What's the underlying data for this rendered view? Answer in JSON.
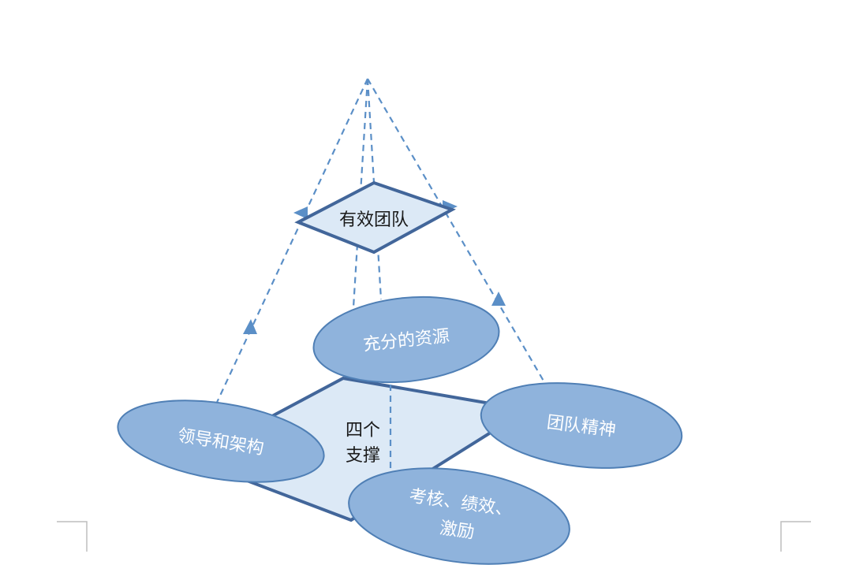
{
  "diagram": {
    "apex_label": "有效团队",
    "center_label_line1": "四个",
    "center_label_line2": "支撑",
    "pillars": {
      "resources": "充分的资源",
      "leadership": "领导和架构",
      "spirit": "团队精神",
      "assessment_line1": "考核、绩效、",
      "assessment_line2": "激励"
    }
  },
  "colors": {
    "ellipse_fill": "#8fb3dc",
    "ellipse_stroke": "#4f7fb5",
    "plane_fill": "#dce9f6",
    "plane_stroke": "#42669a",
    "dash_line": "#5b8fc7",
    "arrow": "#5b8fc7"
  }
}
